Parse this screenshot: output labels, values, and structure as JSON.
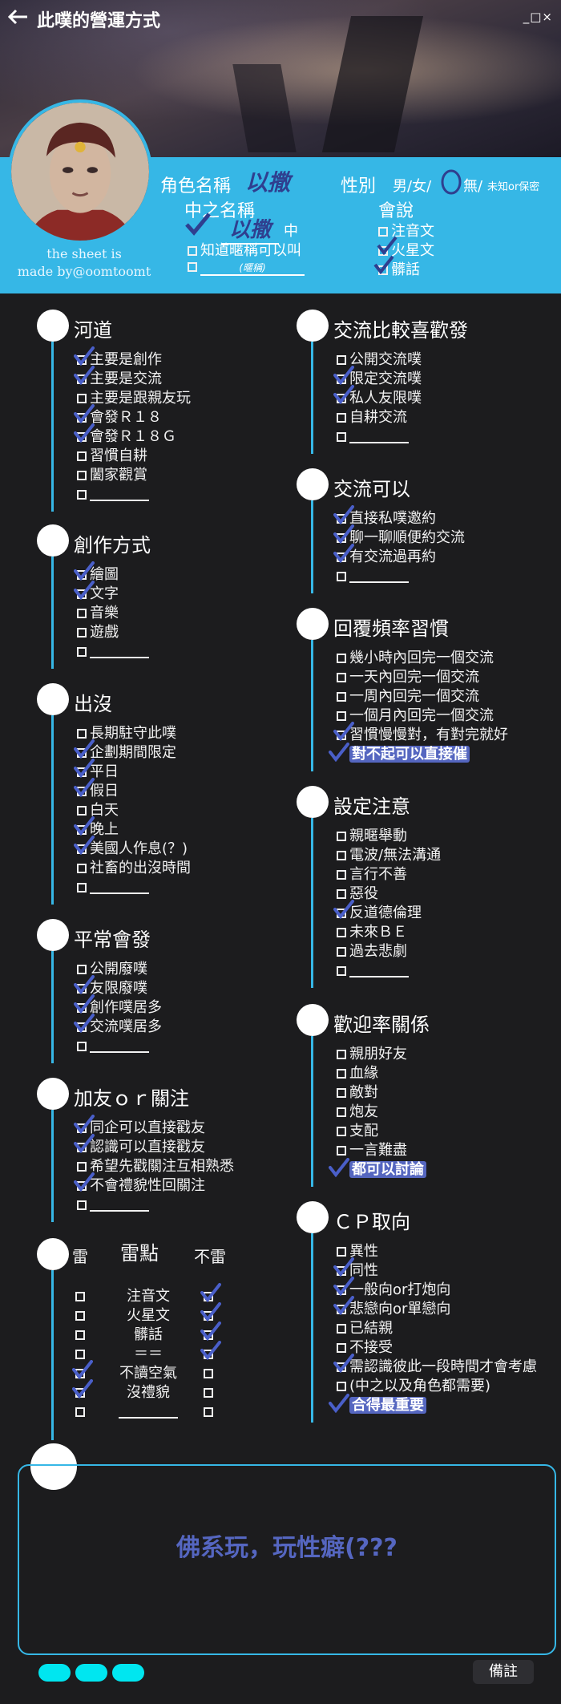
{
  "header": {
    "back_icon": "arrow-left-icon",
    "title": "此噗的營運方式",
    "window_buttons": "_□×"
  },
  "profile": {
    "credit_line1": "the sheet is",
    "credit_line2": "made by@oomtoomt",
    "role_name_label": "角色名稱",
    "role_name_value": "以撒",
    "gender_label": "性別",
    "gender_options": "男/女/",
    "gender_extra1": "無/",
    "gender_extra2": "未知or保密",
    "nick_label": "中之名稱",
    "nick_value": "以撒",
    "nick_suffix": "中",
    "nick_ok": "知道暱稱可以叫",
    "nick_blank_hint": "(暱稱)",
    "speech_label": "會說",
    "speech_items": [
      "注音文",
      "火星文",
      "髒話"
    ]
  },
  "left_sections": [
    {
      "title": "河道",
      "items": [
        "主要是創作",
        "主要是交流",
        "主要是跟親友玩",
        "會發Ｒ１８",
        "會發Ｒ１８Ｇ",
        "習慣自耕",
        "闔家觀賞",
        ""
      ]
    },
    {
      "title": "創作方式",
      "items": [
        "繪圖",
        "文字",
        "音樂",
        "遊戲",
        ""
      ]
    },
    {
      "title": "出沒",
      "items": [
        "長期駐守此噗",
        "企劃期間限定",
        "平日",
        "假日",
        "白天",
        "晚上",
        "美國人作息(？)",
        "社畜的出沒時間",
        ""
      ]
    },
    {
      "title": "平常會發",
      "items": [
        "公開廢噗",
        "友限廢噗",
        "創作噗居多",
        "交流噗居多",
        ""
      ]
    },
    {
      "title": "加友ｏｒ關注",
      "items": [
        "同企可以直接戳友",
        "認識可以直接戳友",
        "希望先戳關注互相熟悉",
        "不會禮貌性回關注",
        ""
      ]
    }
  ],
  "right_sections": [
    {
      "title": "交流比較喜歡發",
      "items": [
        "公開交流噗",
        "限定交流噗",
        "私人友限噗",
        "自耕交流",
        ""
      ]
    },
    {
      "title": "交流可以",
      "items": [
        "直接私噗邀約",
        "聊一聊順便約交流",
        "有交流過再約",
        ""
      ]
    },
    {
      "title": "回覆頻率習慣",
      "items": [
        "幾小時內回完一個交流",
        "一天內回完一個交流",
        "一周內回完一個交流",
        "一個月內回完一個交流",
        "習慣慢慢對，有對完就好"
      ],
      "extra": "對不起可以直接催"
    },
    {
      "title": "設定注意",
      "items": [
        "親暱舉動",
        "電波/無法溝通",
        "言行不善",
        "惡役",
        "反道德倫理",
        "未來ＢＥ",
        "過去悲劇",
        ""
      ]
    },
    {
      "title": "歡迎率關係",
      "items": [
        "親朋好友",
        "血緣",
        "敵對",
        "炮友",
        "支配",
        "一言難盡"
      ],
      "extra": "都可以討論"
    },
    {
      "title": "ＣＰ取向",
      "items": [
        "異性",
        "同性",
        "一般向or打炮向",
        "悲戀向or單戀向",
        "已結親",
        "不接受",
        "需認識彼此一段時間才會考慮",
        "(中之以及角色都需要)"
      ],
      "extra": "合得最重要"
    }
  ],
  "mine": {
    "col_thunder": "雷",
    "title": "雷點",
    "col_no_thunder": "不雷",
    "rows": [
      "注音文",
      "火星文",
      "髒話",
      "＝＝",
      "不讀空氣",
      "沒禮貌",
      ""
    ]
  },
  "note": {
    "text": "佛系玩，玩性癖(???"
  },
  "footer": {
    "tag": "備註"
  },
  "colors": {
    "accent": "#36b7e6",
    "check": "#4a5fc9",
    "background": "#1c1c1e"
  }
}
